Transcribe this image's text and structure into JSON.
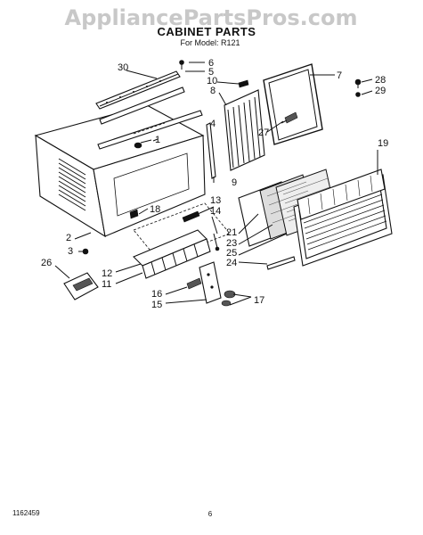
{
  "watermark": "AppliancePartsPros.com",
  "title": "CABINET PARTS",
  "subtitle": "For Model: R121",
  "callouts": {
    "c1": "1",
    "c2": "2",
    "c3": "3",
    "c4": "4",
    "c5": "5",
    "c6": "6",
    "c7": "7",
    "c8": "8",
    "c9": "9",
    "c10": "10",
    "c11": "11",
    "c12": "12",
    "c13": "13",
    "c14": "14",
    "c15": "15",
    "c16": "16",
    "c17": "17",
    "c18": "18",
    "c19": "19",
    "c21": "21",
    "c23": "23",
    "c24": "24",
    "c25": "25",
    "c26": "26",
    "c27": "27",
    "c28": "28",
    "c29": "29",
    "c30": "30"
  },
  "footer": {
    "doc_number": "1162459",
    "page_number": "6"
  }
}
